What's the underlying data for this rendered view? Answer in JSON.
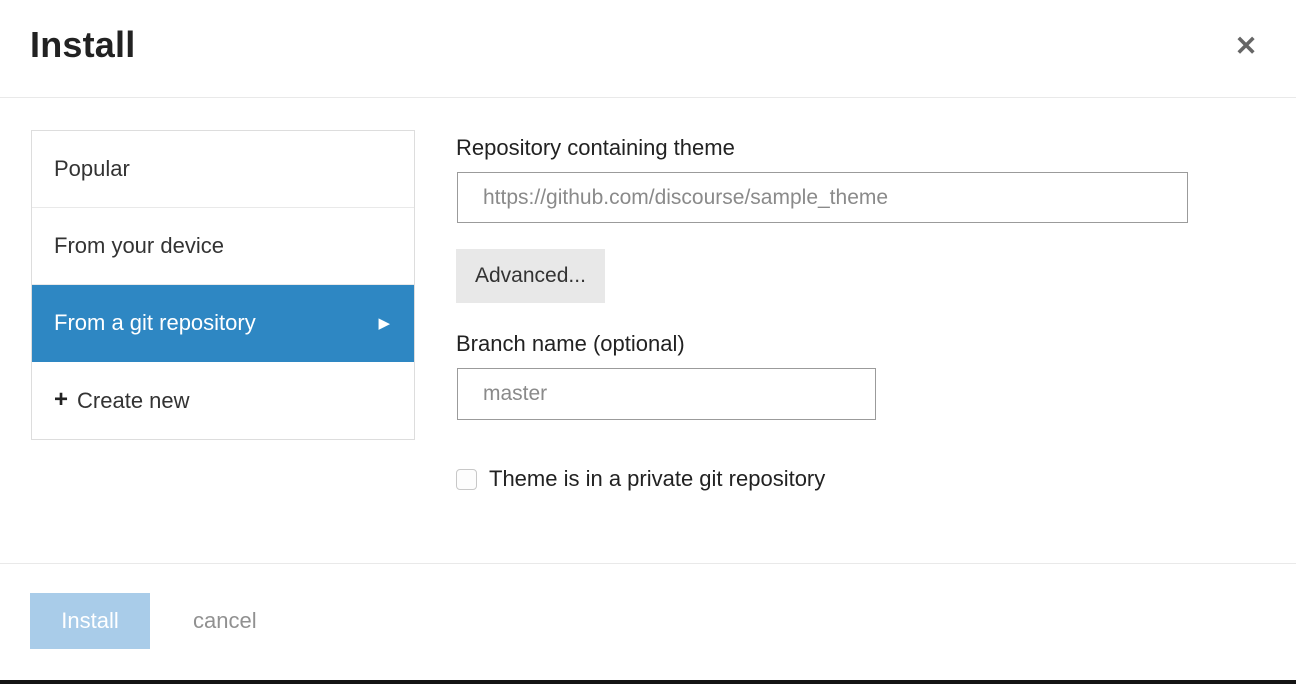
{
  "modal": {
    "title": "Install",
    "close_icon": "✕"
  },
  "sidebar": {
    "items": [
      {
        "label": "Popular",
        "selected": false
      },
      {
        "label": "From your device",
        "selected": false
      },
      {
        "label": "From a git repository",
        "selected": true,
        "arrow": "▶"
      },
      {
        "label": "Create new",
        "icon": "+",
        "selected": false
      }
    ]
  },
  "form": {
    "repo_label": "Repository containing theme",
    "repo_placeholder": "https://github.com/discourse/sample_theme",
    "repo_value": "",
    "advanced_label": "Advanced...",
    "branch_label": "Branch name (optional)",
    "branch_placeholder": "master",
    "branch_value": "",
    "private_checkbox_label": "Theme is in a private git repository",
    "private_checkbox_checked": false
  },
  "footer": {
    "install_label": "Install",
    "cancel_label": "cancel"
  },
  "colors": {
    "accent_blue": "#2e87c3",
    "install_disabled_blue": "#a9cce9",
    "divider": "#e9e9e9"
  }
}
